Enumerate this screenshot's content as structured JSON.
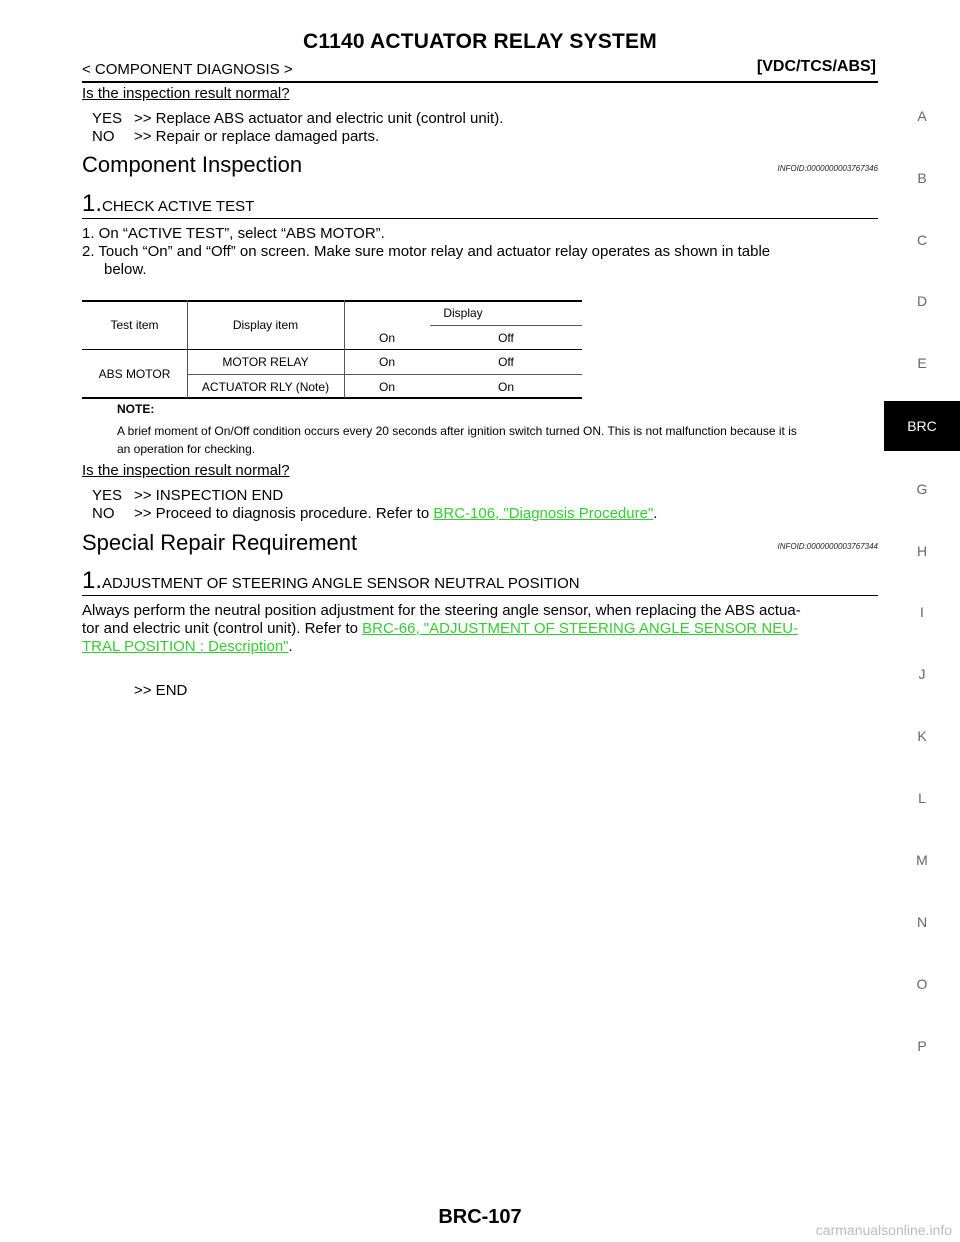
{
  "header": {
    "title": "C1140 ACTUATOR RELAY SYSTEM",
    "breadcrumb": "< COMPONENT DIAGNOSIS >",
    "tag": "[VDC/TCS/ABS]"
  },
  "top": {
    "question": "Is the inspection result normal?",
    "yes_label": "YES",
    "yes_text": ">> Replace ABS actuator and electric unit (control unit).",
    "no_label": "NO",
    "no_text": ">> Repair or replace damaged parts."
  },
  "component_inspection": {
    "title": "Component Inspection",
    "infoid": "INFOID:0000000003767346",
    "step_num": "1.",
    "step_title": "CHECK ACTIVE TEST",
    "item1": "1. On “ACTIVE TEST”, select “ABS MOTOR”.",
    "item2_line1": "2. Touch “On” and “Off” on screen. Make sure motor relay and actuator relay operates as shown in table",
    "item2_line2": "below.",
    "table": {
      "h_test_item": "Test item",
      "h_display_item": "Display item",
      "h_display": "Display",
      "h_on": "On",
      "h_off": "Off",
      "test_item": "ABS MOTOR",
      "rows": [
        {
          "display_item": "MOTOR RELAY",
          "on": "On",
          "off": "Off"
        },
        {
          "display_item": "ACTUATOR RLY (Note)",
          "on": "On",
          "off": "On"
        }
      ]
    },
    "note_label": "NOTE:",
    "note_line1": "A brief moment of On/Off condition occurs every 20 seconds after ignition switch turned ON. This is not malfunction because it is",
    "note_line2": "an operation for checking.",
    "question": "Is the inspection result normal?",
    "yes_label": "YES",
    "yes_text": ">> INSPECTION END",
    "no_label": "NO",
    "no_text": ">> Proceed to diagnosis procedure. Refer to ",
    "no_link": "BRC-106, \"Diagnosis Procedure\"",
    "no_end": "."
  },
  "special_repair": {
    "title": "Special Repair Requirement",
    "infoid": "INFOID:0000000003767344",
    "step_num": "1.",
    "step_title": "ADJUSTMENT OF STEERING ANGLE SENSOR NEUTRAL POSITION",
    "line1": "Always perform the neutral position adjustment for the steering angle sensor, when replacing the ABS actua-",
    "line2_pre": "tor and electric unit (control unit). Refer to ",
    "link1": "BRC-66, \"ADJUSTMENT OF STEERING ANGLE SENSOR NEU-",
    "link2": "TRAL POSITION : Description\"",
    "line3_end": ".",
    "end": ">> END"
  },
  "side_index": [
    "A",
    "B",
    "C",
    "D",
    "E",
    "BRC",
    "G",
    "H",
    "I",
    "J",
    "K",
    "L",
    "M",
    "N",
    "O",
    "P"
  ],
  "side_active": "BRC",
  "footer": {
    "page": "BRC-107",
    "watermark": "carmanualsonline.info"
  }
}
